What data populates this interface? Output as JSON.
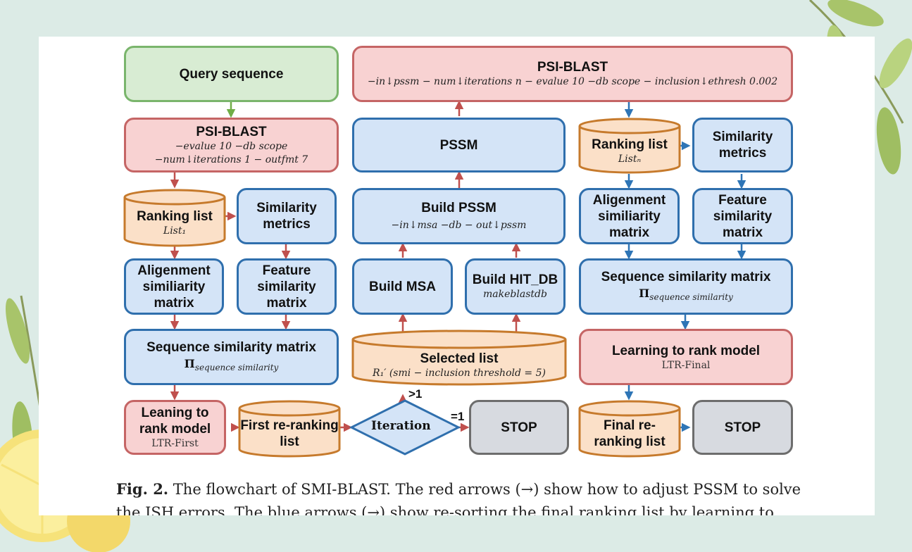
{
  "colors": {
    "red_arrow": "#c0504d",
    "blue_arrow": "#2e75b6",
    "green_arrow": "#70ad47"
  },
  "nodes": {
    "query": {
      "title": "Query sequence"
    },
    "psi_blast_1": {
      "title": "PSI-BLAST",
      "line1": "−evalue 10  −db scope",
      "line2": "−num↓iterations 1  − outfmt 7"
    },
    "ranking_list_1": {
      "title": "Ranking list",
      "sub": "List₁"
    },
    "similarity_metrics_left": {
      "title": "Similarity metrics"
    },
    "alignment_matrix_left": {
      "title": "Aligenment similiarity matrix"
    },
    "feature_matrix_left": {
      "title": "Feature similarity matrix"
    },
    "sequence_matrix_left": {
      "title": "Sequence similarity matrix",
      "sub": "Π",
      "sub_index": "sequence similarity"
    },
    "ltr_first": {
      "title": "Leaning to rank model",
      "sub": "LTR-First"
    },
    "first_rerank": {
      "title": "First re-ranking list"
    },
    "iteration": {
      "title": "Iteration"
    },
    "stop_1": {
      "title": "STOP"
    },
    "selected_list": {
      "title": "Selected list",
      "sub": "R₁′ (smi − inclusion threshold = 5)"
    },
    "build_msa": {
      "title": "Build MSA"
    },
    "build_hitdb": {
      "title": "Build HIT_DB",
      "sub": "makeblastdb"
    },
    "build_pssm": {
      "title": "Build PSSM",
      "sub": "−in↓msa  −db  − out↓pssm"
    },
    "pssm": {
      "title": "PSSM"
    },
    "psi_blast_top": {
      "title": "PSI-BLAST",
      "sub": "−in↓pssm   − num↓iterations n  − evalue 10   −db scope  − inclusion↓ethresh 0.002"
    },
    "ranking_list_n": {
      "title": "Ranking list",
      "sub": "Listₙ"
    },
    "similarity_metrics_right": {
      "title": "Similarity metrics"
    },
    "alignment_matrix_right": {
      "title": "Aligenment similiarity matrix"
    },
    "feature_matrix_right": {
      "title": "Feature similarity matrix"
    },
    "sequence_matrix_right": {
      "title": "Sequence similarity matrix",
      "sub": "Π",
      "sub_index": "sequence similarity"
    },
    "ltr_final": {
      "title": "Learning to rank model",
      "sub": "LTR-Final"
    },
    "final_rerank": {
      "title": "Final re-ranking list"
    },
    "stop_2": {
      "title": "STOP"
    }
  },
  "edge_labels": {
    "gt1": ">1",
    "eq1": "=1"
  },
  "caption": {
    "label": "Fig. 2.",
    "line1": " The flowchart of SMI-BLAST. The red arrows (→) show how to adjust PSSM to solve",
    "line2": "the ISH errors. The blue arrows (→) show re-sorting the final ranking list by learning to"
  }
}
